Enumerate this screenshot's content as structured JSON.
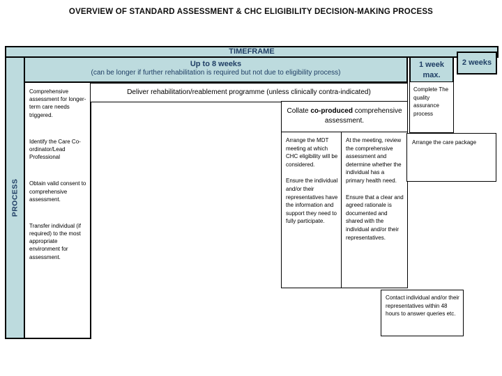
{
  "title": "OVERVIEW OF STANDARD ASSESSMENT & CHC ELIGIBILITY DECISION-MAKING PROCESS",
  "colors": {
    "teal": "#BDDBDE",
    "navy": "#1F3E64"
  },
  "timeframe": {
    "label": "TIMEFRAME",
    "main_title": "Up to 8 weeks",
    "main_subtitle": "(can be longer if further rehabilitation is required but not due to eligibility process)",
    "week1": "1 week max.",
    "week2": "2 weeks"
  },
  "process_label": "PROCESS",
  "steps": [
    "Comprehensive assessment for longer-term care needs triggered.",
    "Identify the Care Co-ordinator/Lead Professional",
    "Obtain valid consent to comprehensive assessment.",
    "Transfer individual (if required) to the most appropriate environment for assessment."
  ],
  "deliver": "Deliver rehabilitation/reablement programme (unless clinically contra-indicated)",
  "collate": {
    "prefix": "Collate ",
    "bold": "co-produced",
    "suffix": " comprehensive assessment."
  },
  "mdt": {
    "para1": "Arrange the MDT meeting at which CHC eligibility will be considered.",
    "para2": "Ensure the individual and/or their representatives have the information and support they need to fully participate."
  },
  "meeting": {
    "para1": "At the meeting, review the comprehensive assessment and determine whether the individual has a primary health need.",
    "para2": "Ensure that a clear and agreed rationale is documented and shared with the individual and/or their representatives."
  },
  "quality": "Complete The quality assurance process",
  "care_package": "Arrange the care package",
  "contact": "Contact individual and/or their representatives within 48 hours to answer queries etc."
}
